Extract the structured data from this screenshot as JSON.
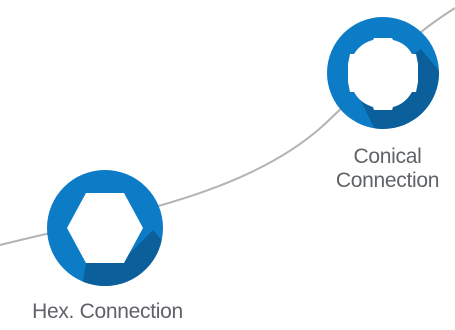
{
  "colors": {
    "curve": "#b3b3b3",
    "outer_ring": "#0d7cc7",
    "shadow": "#0b5f9a",
    "inner": "#ffffff",
    "label_text": "#5f6368"
  },
  "connections": [
    {
      "id": "conical",
      "icon": "conical-connection-icon",
      "label_lines": [
        "Conical",
        "Connection"
      ]
    },
    {
      "id": "hex",
      "icon": "hex-connection-icon",
      "label_lines": [
        "Hex. Connection"
      ]
    }
  ]
}
